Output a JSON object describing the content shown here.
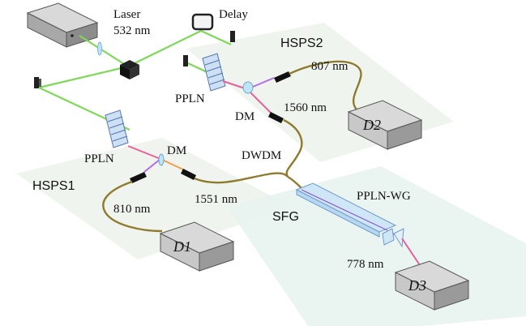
{
  "labels": {
    "laser": "Laser",
    "laser_wavelength": "532 nm",
    "delay": "Delay",
    "hsps2": "HSPS2",
    "hsps1": "HSPS1",
    "pplp_top": "PPLN",
    "pplp_left": "PPLN",
    "dm_top": "DM",
    "dm_left": "DM",
    "wl_807": "807 nm",
    "wl_1560": "1560 nm",
    "wl_810": "810 nm",
    "wl_1551": "1551 nm",
    "wl_778": "778 nm",
    "dwdm": "DWDM",
    "pplnwg": "PPLN-WG",
    "sfg": "SFG",
    "d1": "D1",
    "d2": "D2",
    "d3": "D3"
  },
  "colors": {
    "green_beam": "#7ED957",
    "violet_beam": "#B46BE8",
    "orange_beam": "#F0A050",
    "pink_beam": "#E8609A",
    "fiber": "#8E7B2E",
    "label_blue": "#2E3BB5",
    "sfg_blue": "#2A66D6",
    "platform": "#EEF3EC"
  }
}
